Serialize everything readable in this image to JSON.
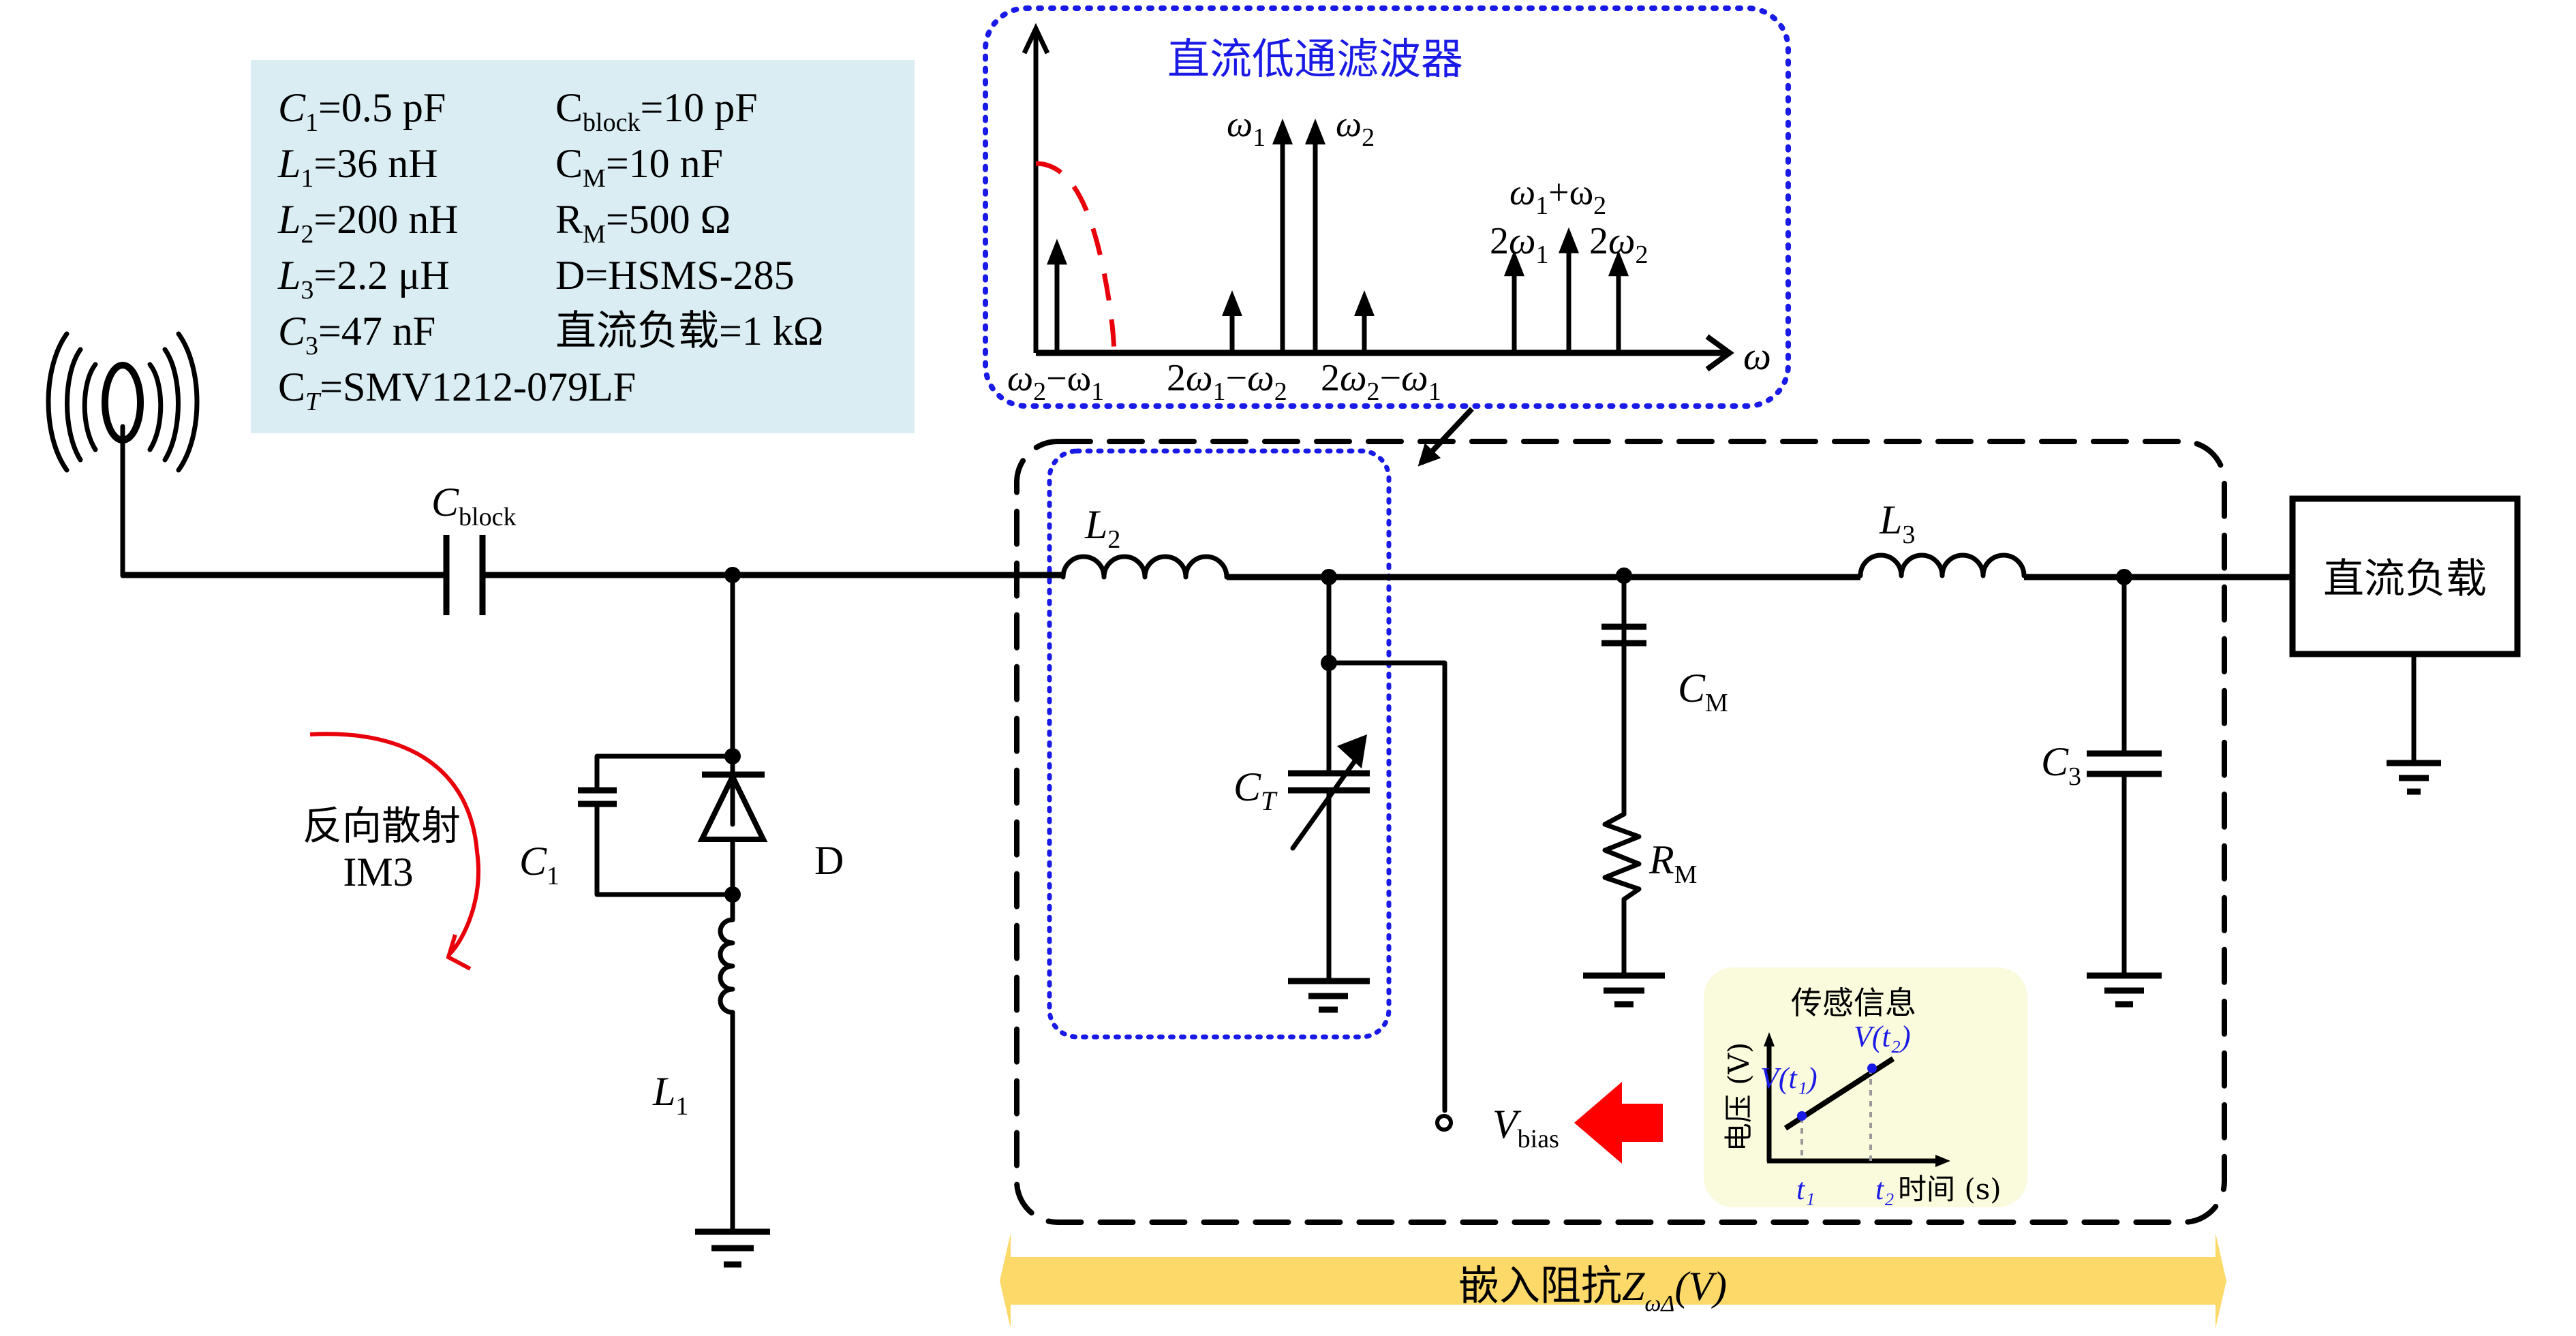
{
  "params": {
    "rows": [
      {
        "left": {
          "sym": "C",
          "sub": "1",
          "italic": true,
          "value": "=0.5 pF"
        },
        "right": {
          "sym": "C",
          "sub": "block",
          "italic": false,
          "value": "=10 pF"
        }
      },
      {
        "left": {
          "sym": "L",
          "sub": "1",
          "italic": true,
          "value": "=36 nH"
        },
        "right": {
          "sym": "C",
          "sub": "M",
          "italic": false,
          "value": "=10 nF"
        }
      },
      {
        "left": {
          "sym": "L",
          "sub": "2",
          "italic": true,
          "value": "=200 nH"
        },
        "right": {
          "sym": "R",
          "sub": "M",
          "italic": false,
          "value": "=500 Ω"
        }
      },
      {
        "left": {
          "sym": "L",
          "sub": "3",
          "italic": true,
          "value": "=2.2 μH"
        },
        "right": {
          "sym": "D",
          "sub": "",
          "italic": false,
          "value": "=HSMS-285"
        }
      },
      {
        "left": {
          "sym": "C",
          "sub": "3",
          "italic": true,
          "value": "=47 nF"
        },
        "right": {
          "sym": "直流负载",
          "sub": "",
          "italic": false,
          "value": "=1 kΩ"
        }
      },
      {
        "left": {
          "sym": "C",
          "sub": "T",
          "italic": false,
          "value": "=SMV1212-079LF"
        },
        "right": null
      }
    ],
    "bg_color": "#daedf3"
  },
  "spectrum": {
    "title": "直流低通滤波器",
    "axis_label": "ω",
    "lines": [
      {
        "id": "w2-w1",
        "label": "ω₂−ω₁",
        "label_pos": "below",
        "height": 0.38
      },
      {
        "id": "2w1-w2",
        "label": "2ω₁−ω₂",
        "label_pos": "below",
        "height": 0.2
      },
      {
        "id": "w1",
        "label": "ω₁",
        "label_pos": "above-left",
        "height": 0.8
      },
      {
        "id": "w2",
        "label": "ω₂",
        "label_pos": "above-right",
        "height": 0.8
      },
      {
        "id": "2w2-w1",
        "label": "2ω₂−ω₁",
        "label_pos": "below",
        "height": 0.2
      },
      {
        "id": "2w1",
        "label": "2ω₁",
        "label_pos": "above",
        "height": 0.34
      },
      {
        "id": "w1+w2",
        "label": "ω₁+ω₂",
        "label_pos": "above",
        "height": 0.42
      },
      {
        "id": "2w2",
        "label": "2ω₂",
        "label_pos": "above",
        "height": 0.34
      }
    ],
    "filter_curve_color": "#e8000b",
    "border_color": "#1a1ae6"
  },
  "circuit": {
    "labels": {
      "cblock_sym": "C",
      "cblock_sub": "block",
      "c1_sym": "C",
      "c1_sub": "1",
      "diode": "D",
      "l1_sym": "L",
      "l1_sub": "1",
      "l2_sym": "L",
      "l2_sub": "2",
      "ct_sym": "C",
      "ct_sub": "T",
      "cm_sym": "C",
      "cm_sub": "M",
      "rm_sym": "R",
      "rm_sub": "M",
      "l3_sym": "L",
      "l3_sub": "3",
      "c3_sym": "C",
      "c3_sub": "3",
      "vbias_sym": "V",
      "vbias_sub": "bias",
      "dc_load": "直流负载"
    },
    "backscatter": {
      "line1": "反向散射",
      "line2": "IM3",
      "arrow_color": "#e8000b"
    }
  },
  "sensing": {
    "title": "传感信息",
    "y_label": "电压 (V)",
    "x_label": "时间 (s)",
    "p1": "V(t₁)",
    "p2": "V(t₂)",
    "t1": "t₁",
    "t2": "t₂",
    "bg_color": "#fafadc",
    "point_color": "#1a1ae6"
  },
  "impedance": {
    "label_cn": "嵌入阻抗",
    "label_sym": "Z",
    "label_sub": "ωΔ",
    "label_arg": "(V)",
    "color": "#fcd968"
  },
  "bias_arrow_color": "#ff0000"
}
